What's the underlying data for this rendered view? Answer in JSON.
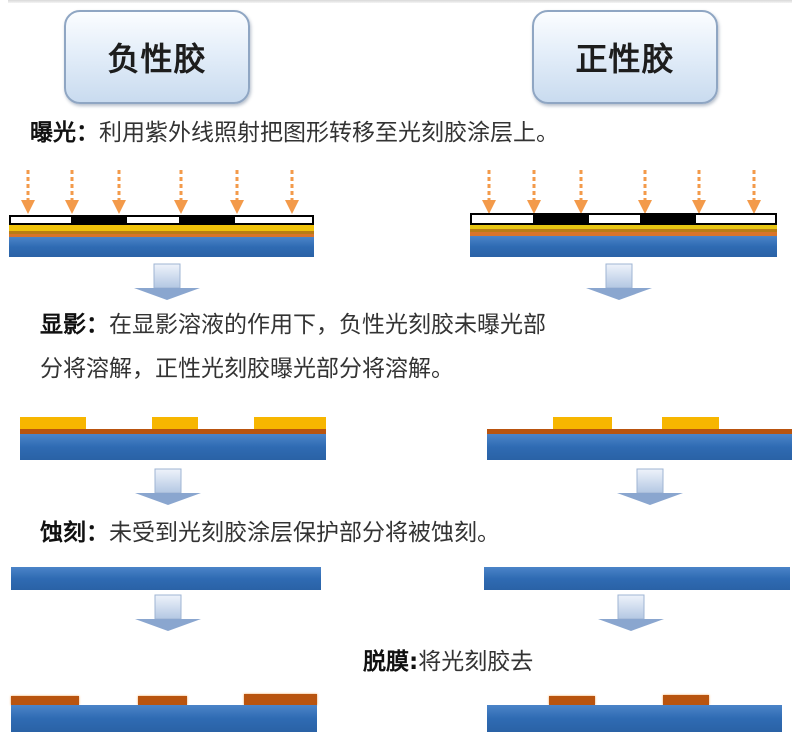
{
  "headers": {
    "negative": "负性胶",
    "positive": "正性胶"
  },
  "steps": {
    "exposure": {
      "title": "曝光：",
      "text": "利用紫外线照射把图形转移至光刻胶涂层上。"
    },
    "develop": {
      "title": "显影：",
      "text_line1": "在显影溶液的作用下，负性光刻胶未曝光部",
      "text_line2": "分将溶解，正性光刻胶曝光部分将溶解。"
    },
    "etch": {
      "title": "蚀刻：",
      "text": "未受到光刻胶涂层保护部分将被蚀刻。"
    },
    "strip": {
      "title": "脱膜:",
      "text": "将光刻胶去"
    }
  },
  "colors": {
    "substrate_blue": "#2f6bb3",
    "photoresist_yellow": "#f5b800",
    "film_orange": "#c0601a",
    "uv_arrow": "#f39a4a",
    "mask_black": "#000000",
    "flow_arrow": "#b8cbe6"
  },
  "diagram": {
    "stages": [
      "曝光",
      "显影",
      "蚀刻",
      "脱膜"
    ],
    "columns": [
      "负性胶",
      "正性胶"
    ]
  }
}
